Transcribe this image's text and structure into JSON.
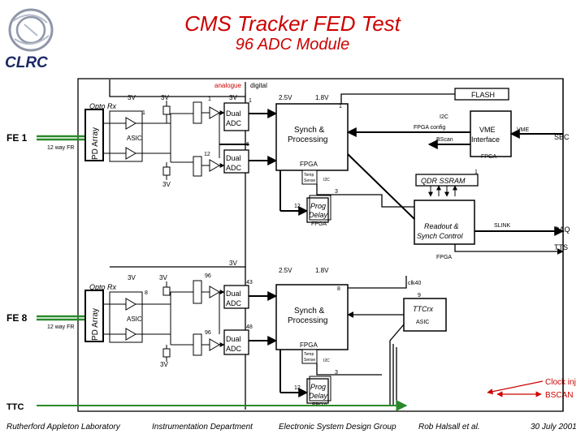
{
  "header": {
    "title": "CMS Tracker FED Test",
    "subtitle": "96 ADC Module",
    "logo_text": "CLRC"
  },
  "legend": {
    "analogue": "analogue",
    "digital": "digital"
  },
  "top_section": {
    "fe_label": "FE 1",
    "optorx": "Opto Rx",
    "pd_array": "PD Array",
    "way": "12 way FR",
    "asic": "ASIC",
    "v3a": "3V",
    "v3b": "3V",
    "v3c": "3V",
    "v3d": "3V",
    "v25": "2.5V",
    "v18": "1.8V",
    "n1a": "1",
    "n1b": "1",
    "n1c": "1",
    "n12a": "12",
    "n6": "6",
    "n3": "3",
    "n12b": "12",
    "n1d": "1",
    "dual_adc1a": "Dual",
    "dual_adc1b": "ADC",
    "dual_adc2a": "Dual",
    "dual_adc2b": "ADC",
    "synch1": "Synch &",
    "synch2": "Processing",
    "fpga": "FPGA",
    "fpga_config": "FPGA config",
    "i2c": "I2C",
    "bscan": "BScan",
    "flash": "FLASH",
    "vme1": "VME",
    "vme2": "Interface",
    "vme_tag": "VME",
    "vme_fpga": "FPGA",
    "sbc": "SBC",
    "qdr": "QDR SSRAM",
    "temp1": "Temp",
    "temp2": "Sense",
    "temp_i2c": "I2C",
    "prog1": "Prog",
    "prog2": "Delay",
    "prog_fpga": "FPGA",
    "readout1": "Readout &",
    "readout2": "Synch Control",
    "readout_fpga": "FPGA",
    "slink": "SLINK",
    "daq": "DAQ",
    "tts": "TTS"
  },
  "bottom_section": {
    "fe_label": "FE 8",
    "optorx": "Opto Rx",
    "pd_array": "PD Array",
    "way": "12 way FR",
    "asic": "ASIC",
    "v3a": "3V",
    "v3b": "3V",
    "v3c": "3V",
    "v3d": "3V",
    "v25": "2.5V",
    "v18": "1.8V",
    "n8a": "8",
    "n96a": "96",
    "n43": "43",
    "n96b": "96",
    "n48": "48",
    "n8b": "8",
    "n9": "9",
    "n3": "3",
    "n12": "12",
    "dual_adc1a": "Dual",
    "dual_adc1b": "ADC",
    "dual_adc2a": "Dual",
    "dual_adc2b": "ADC",
    "synch1": "Synch &",
    "synch2": "Processing",
    "fpga": "FPGA",
    "clk40": "clk40",
    "ttcrx": "TTCrx",
    "ttc_asic": "ASIC",
    "temp1": "Temp",
    "temp2": "Sense",
    "temp_i2c": "I2C",
    "prog1": "Prog",
    "prog2": "Delay",
    "prog_fpga": "FPGA",
    "ttc": "TTC",
    "clock_inj": "Clock inj",
    "bscan": "BSCAN"
  },
  "footer": {
    "lab": "Rutherford Appleton Laboratory",
    "dept": "Instrumentation Department",
    "group": "Electronic System Design Group",
    "author": "Rob Halsall et al.",
    "date": "30 July 2001"
  },
  "colors": {
    "title": "#cc0000",
    "bscan": "#cc0000",
    "analogue": "#cc0000",
    "clock": "#cc0000",
    "digital": "#000000"
  }
}
